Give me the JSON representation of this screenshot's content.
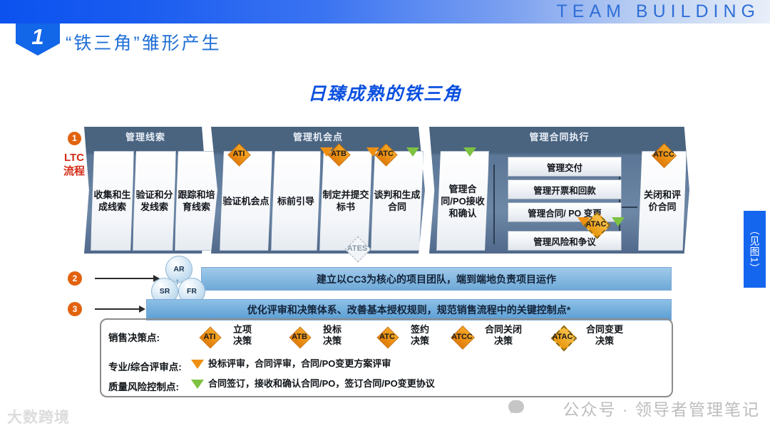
{
  "topbar": {
    "brand": "TEAM BUILDING"
  },
  "header": {
    "badge_number": "1",
    "slide_title": "“铁三角”雏形产生"
  },
  "main_title": "日臻成熟的铁三角",
  "ltc": {
    "marker": "1",
    "label_line1": "LTC",
    "label_line2": "流程"
  },
  "bands": [
    {
      "title": "管理线索",
      "steps": [
        "收集和生成线索",
        "验证和分发线索",
        "跟踪和培育线索"
      ]
    },
    {
      "title": "管理机会点",
      "steps": [
        "验证机会点",
        "标前引导",
        "制定并提交标书",
        "谈判和生成合同"
      ]
    },
    {
      "title": "管理合同执行",
      "steps": [
        "管理合同/PO接收和确认",
        "关闭和评价合同"
      ],
      "subboxes": [
        "管理交付",
        "管理开票和回款",
        "管理合同/ PO 变更",
        "管理风险和争议"
      ]
    }
  ],
  "diagram_markers": {
    "ati": "ATI",
    "atb": "ATB",
    "atc": "ATC",
    "atcc": "ATCC",
    "atac": "ATAC",
    "ates": "ATES"
  },
  "rows": [
    {
      "number": "2",
      "text": "建立以CC3为核心的项目团队，端到端地负责项目运作"
    },
    {
      "number": "3",
      "text": "优化评审和决策体系、改善基本授权规则，规范销售流程中的关键控制点*"
    }
  ],
  "cc3": {
    "ar": "AR",
    "sr": "SR",
    "fr": "FR"
  },
  "legend": {
    "row1_label": "销售决策点:",
    "row1_items": [
      {
        "tag": "ATI",
        "line1": "立项",
        "line2": "决策"
      },
      {
        "tag": "ATB",
        "line1": "投标",
        "line2": "决策"
      },
      {
        "tag": "ATC",
        "line1": "签约",
        "line2": "决策"
      },
      {
        "tag": "ATCC",
        "line1": "合同关闭",
        "line2": "决策"
      },
      {
        "tag": "ATAC",
        "line1": "合同变更",
        "line2": "决策"
      }
    ],
    "row2_label": "专业/综合评审点:",
    "row2_text": "投标评审，合同评审，合同/PO变更方案评审",
    "row3_label": "质量风险控制点:",
    "row3_text": "合同签订，接收和确认合同/PO，签订合同/PO变更协议"
  },
  "side_tab": "（见图1）",
  "watermarks": {
    "left": "大数跨境",
    "right": "公众号 · 领导者管理笔记"
  }
}
